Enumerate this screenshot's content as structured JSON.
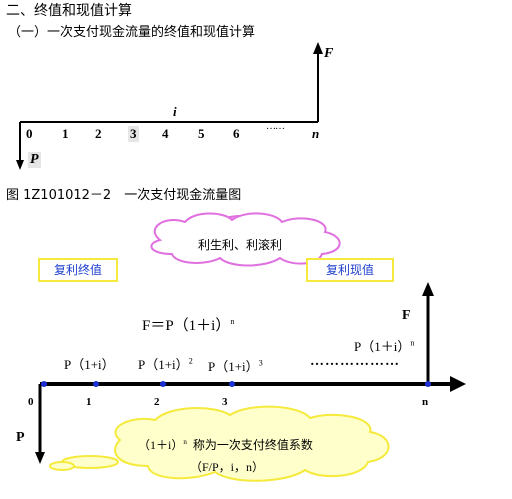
{
  "headings": {
    "section": "二、终值和现值计算",
    "subsection": "（一）一次支付现金流量的终值和现值计算"
  },
  "top_diagram": {
    "ticks": [
      "0",
      "1",
      "2",
      "3",
      "4",
      "5",
      "6",
      "……",
      "n"
    ],
    "rate": "i",
    "future": "F",
    "present": "P"
  },
  "figure_caption": "图 1Z101012－2　一次支付现金流量图",
  "bottom_diagram": {
    "cloud_top": "利生利、利滚利",
    "box_left": "复利终值",
    "box_right": "复利现值",
    "formula_main": "F＝P（1＋i）",
    "formula_main_exp": "n",
    "term1": "P（1+i）",
    "term2": "P（1+i）",
    "term2_exp": "2",
    "term3": "P（1+i）",
    "term3_exp": "3",
    "term_n": "P（1＋i）",
    "term_n_exp": "n",
    "dots": "………………",
    "future": "F",
    "present": "P",
    "ticks": [
      "0",
      "1",
      "2",
      "3",
      "n"
    ],
    "cloud_bottom_line1": "（1＋i）",
    "cloud_bottom_line1_exp": "n",
    "cloud_bottom_line1_rest": "称为一次支付终值系数",
    "cloud_bottom_line2": "（F/P，i，n）"
  }
}
